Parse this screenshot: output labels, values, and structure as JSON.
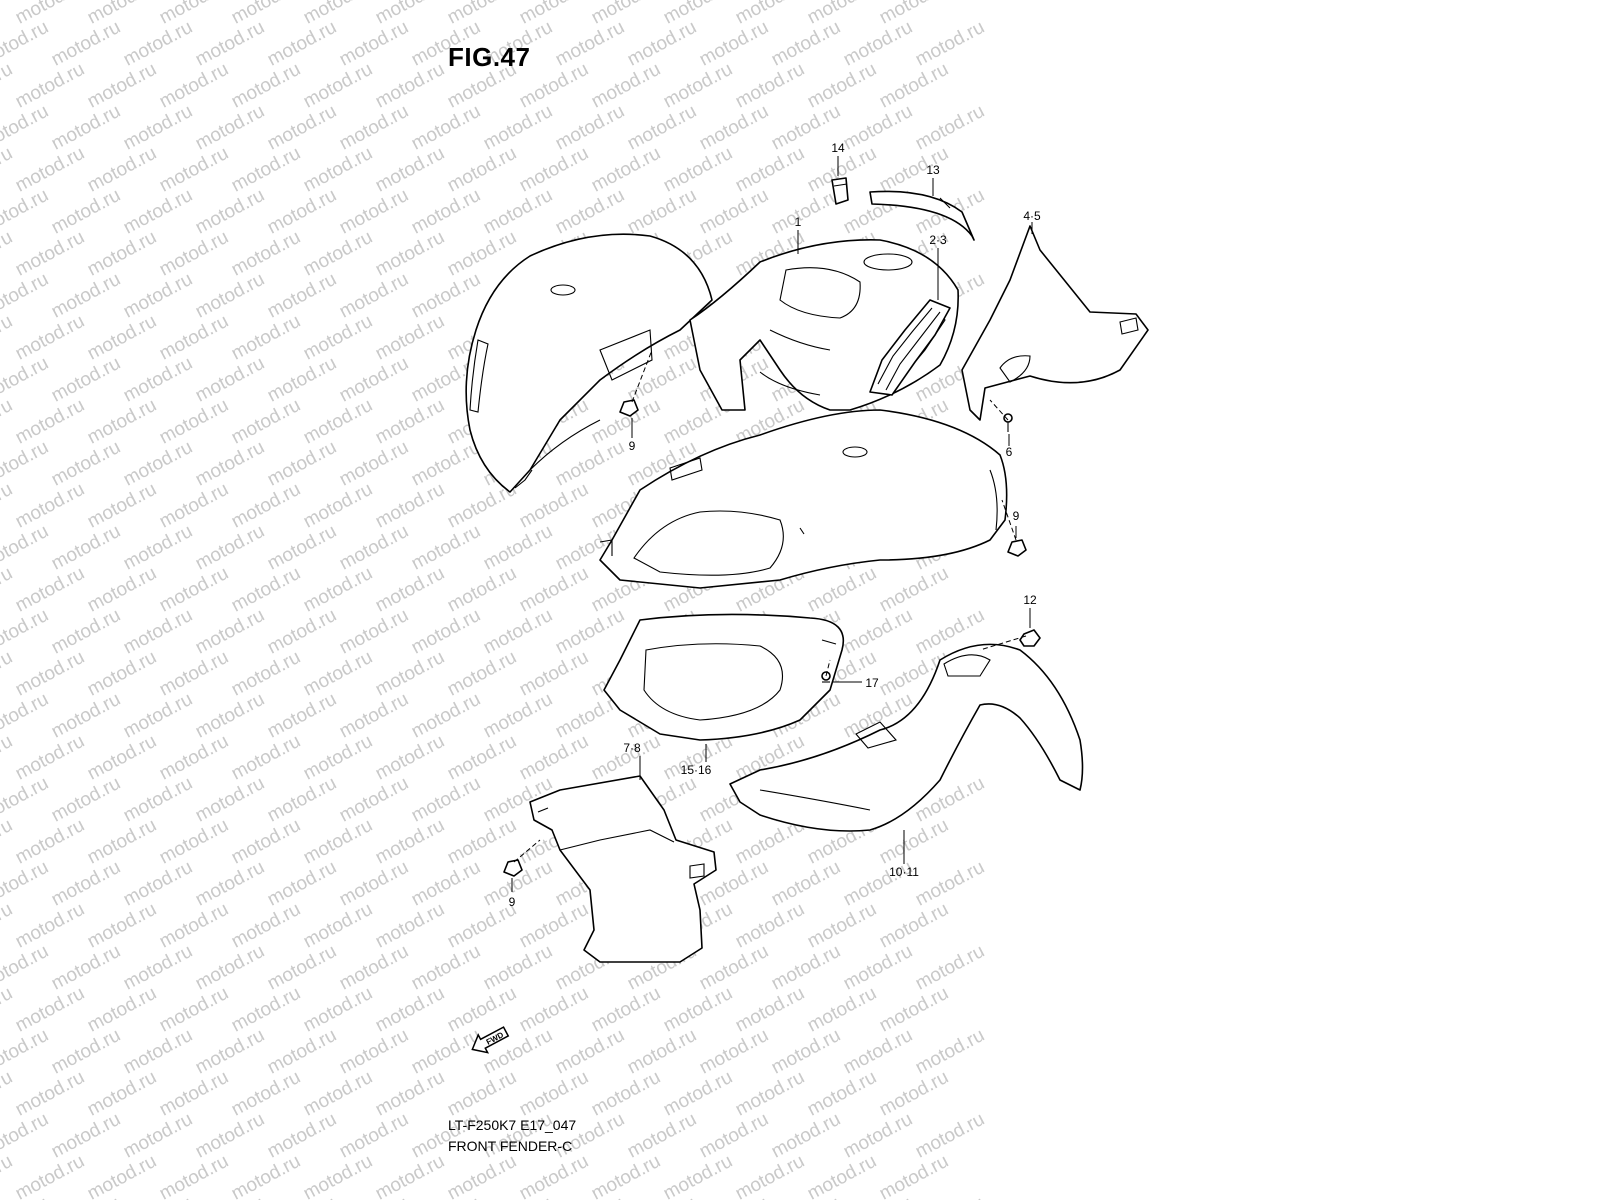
{
  "title": "FIG.47",
  "watermark": "motod.ru",
  "callouts": {
    "c1": "1",
    "c23": "2·3",
    "c45": "4·5",
    "c6": "6",
    "c78": "7·8",
    "c9a": "9",
    "c9b": "9",
    "c9c": "9",
    "c1011": "10·11",
    "c12": "12",
    "c13": "13",
    "c14": "14",
    "c1516": "15·16",
    "c17": "17"
  },
  "fwd_label": "FWD",
  "footer": {
    "code": "LT-F250K7 E17_047",
    "name": "FRONT FENDER-C"
  }
}
